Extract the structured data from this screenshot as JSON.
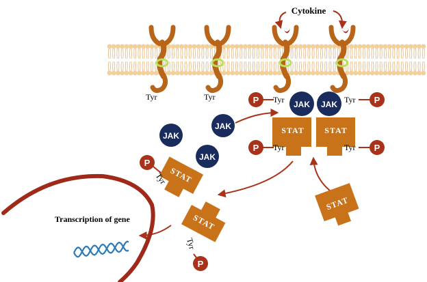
{
  "labels": {
    "cytokine": "Cytokine",
    "transcription": "Transcription of gene",
    "tyr": "Tyr",
    "jak": "JAK",
    "stat": "STAT",
    "p": "P"
  },
  "colors": {
    "membrane_head": "#f3cf9b",
    "membrane_tail": "#e7c294",
    "receptor": "#b8651a",
    "receptor_shade": "#8a4a10",
    "hinge": "#b9e05a",
    "jak": "#1a2b5e",
    "stat": "#c8731a",
    "phosphate": "#a8321a",
    "arrow": "#a8321a",
    "nucleus": "#a02a1a",
    "dna": "#2a7ab8"
  }
}
